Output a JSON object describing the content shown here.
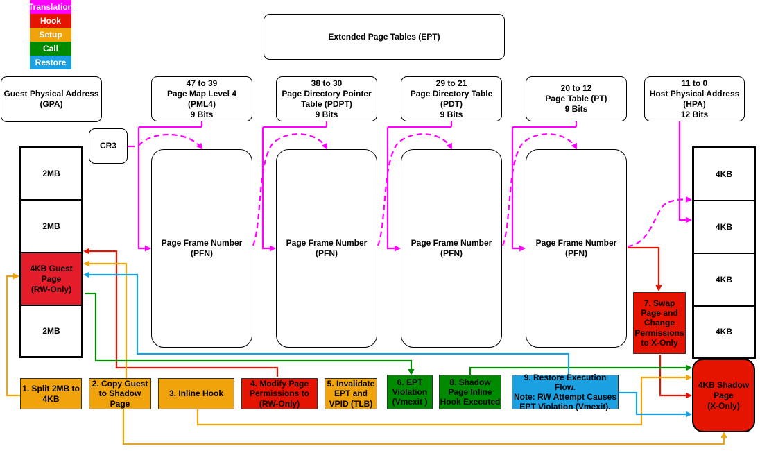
{
  "legend": [
    {
      "label": "Translation",
      "color": "#ff00ff"
    },
    {
      "label": "Hook",
      "color": "#e51400"
    },
    {
      "label": "Setup",
      "color": "#f0a30a"
    },
    {
      "label": "Call",
      "color": "#008a00"
    },
    {
      "label": "Restore",
      "color": "#1ba1e2"
    }
  ],
  "title": "Extended Page Tables (EPT)",
  "gpa_label": "Guest Physical Address\n(GPA)",
  "cr3_label": "CR3",
  "levels": [
    {
      "label": "47 to 39\nPage Map Level 4\n(PML4)\n9 Bits"
    },
    {
      "label": "38 to 30\nPage Directory Pointer\nTable (PDPT)\n9 Bits"
    },
    {
      "label": "29 to 21\nPage Directory Table\n(PDT)\n9 Bits"
    },
    {
      "label": "20 to 12\nPage Table (PT)\n9 Bits"
    }
  ],
  "hpa_label": "11 to 0\nHost Physical Address\n(HPA)\n12 Bits",
  "pfn_label": "Page Frame Number\n(PFN)",
  "guest_blocks": [
    {
      "label": "2MB",
      "color": "#ffffff"
    },
    {
      "label": "2MB",
      "color": "#ffffff"
    },
    {
      "label": "4KB Guest\nPage\n(RW-Only)",
      "color": "#e51c2a"
    },
    {
      "label": "2MB",
      "color": "#ffffff"
    }
  ],
  "host_blocks": [
    {
      "label": "4KB"
    },
    {
      "label": "4KB"
    },
    {
      "label": "4KB"
    },
    {
      "label": "4KB"
    }
  ],
  "swap_step": {
    "label": "7. Swap\nPage and\nChange\nPermissions\nto X-Only",
    "color": "#e51400"
  },
  "shadow_page": {
    "label": "4KB Shadow\nPage\n(X-Only)",
    "color": "#e51400"
  },
  "steps": [
    {
      "label": "1. Split 2MB to\n4KB",
      "color": "#f0a30a"
    },
    {
      "label": "2. Copy Guest\nto Shadow\nPage",
      "color": "#f0a30a"
    },
    {
      "label": "3. Inline Hook",
      "color": "#f0a30a"
    },
    {
      "label": "4. Modify Page\nPermissions to\n(RW-Only)",
      "color": "#e51400"
    },
    {
      "label": "5. Invalidate\nEPT and\nVPID (TLB)",
      "color": "#f0a30a"
    },
    {
      "label": "6. EPT\nViolation\n(Vmexit )",
      "color": "#008a00"
    },
    {
      "label": "8. Shadow\nPage Inline\nHook Executed",
      "color": "#008a00"
    },
    {
      "label": "9. Restore Execution Flow.\nNote: RW Attempt Causes\nEPT Violation (Vmexit).",
      "color": "#1ba1e2"
    }
  ]
}
